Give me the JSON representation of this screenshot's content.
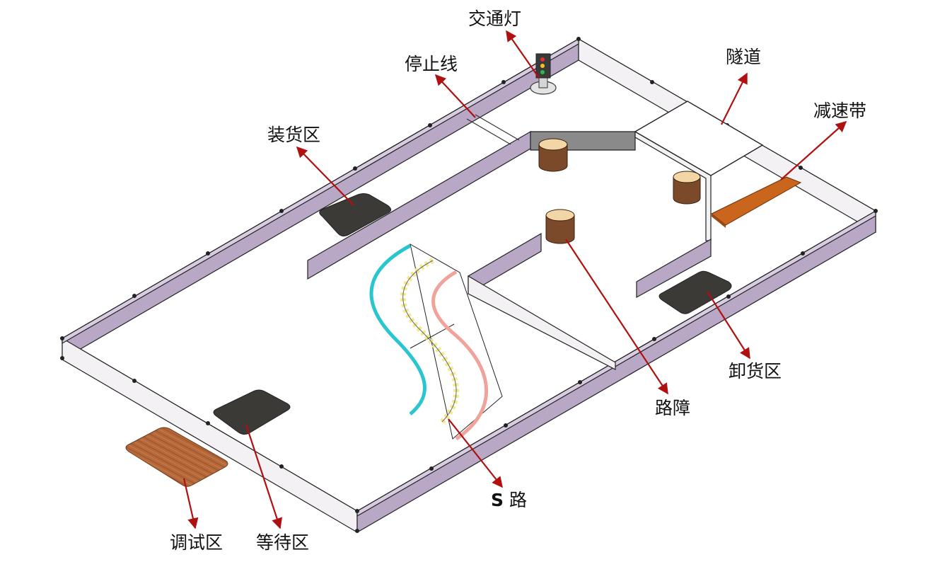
{
  "labels": {
    "traffic_light": "交通灯",
    "stop_line": "停止线",
    "tunnel": "隧道",
    "speed_bump": "减速带",
    "loading_zone": "装货区",
    "unloading_zone": "卸货区",
    "obstacle": "路障",
    "s_road_prefix": "S",
    "s_road_suffix": "路",
    "debug_zone": "调试区",
    "waiting_zone": "等待区"
  },
  "colors": {
    "wall_outer": "#b9a7c6",
    "wall_inner": "#f3f1f3",
    "wall_edge": "#222222",
    "arrow": "#b01010",
    "zone": "#3b3a37",
    "wood": "#b5693a",
    "barrel_body": "#7a4a2a",
    "barrel_top": "#f2d6a6",
    "speed_bump": "#c9651d",
    "lane_cyan": "#29c6cf",
    "lane_pink": "#f0a39b",
    "lane_dots": "#f4ea8a"
  }
}
